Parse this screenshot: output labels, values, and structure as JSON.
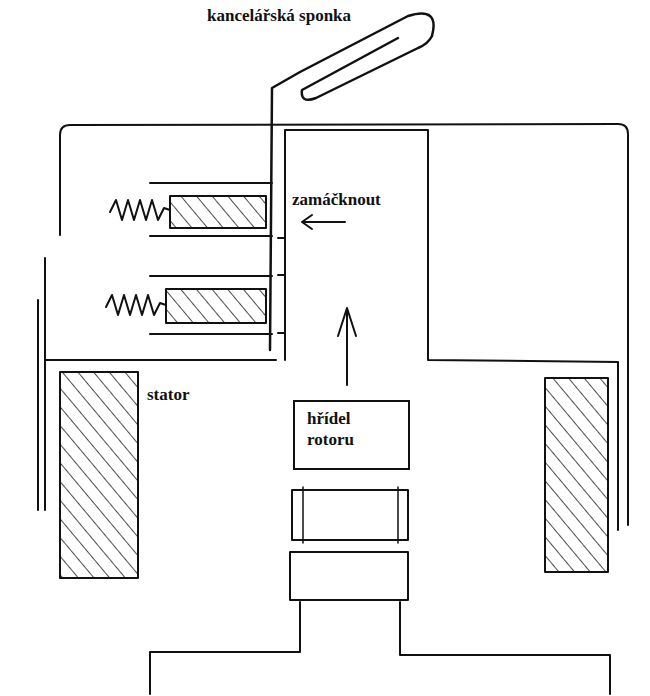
{
  "diagram": {
    "nodes": [
      {
        "text": [
          "hřídel rotoru"
        ]
      }
    ],
    "labels": [
      "kancelářská sponka",
      "zamáčknout",
      "stator"
    ]
  }
}
